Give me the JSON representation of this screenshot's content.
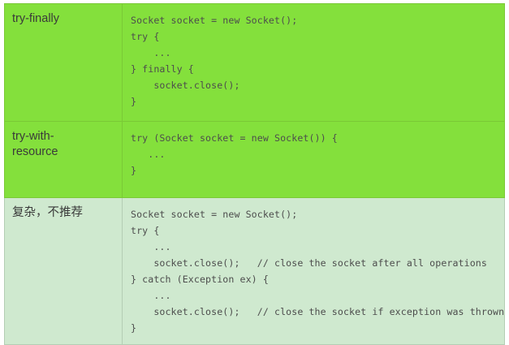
{
  "table": {
    "name": "java-socket-close-patterns-table",
    "colors": {
      "row_highlight_bg": "#84e03c",
      "row_muted_bg": "#cfe9cf",
      "highlight_border": "#7ac936",
      "muted_border": "#b4cdb4",
      "label_text": "#3a3a3a",
      "code_text": "#4d4d4d",
      "page_bg": "#ffffff"
    },
    "rows": [
      {
        "id": "try-finally",
        "style": "highlight",
        "label": "try-finally",
        "code": "Socket socket = new Socket();\ntry {\n    ...\n} finally {\n    socket.close();\n}"
      },
      {
        "id": "try-with-resource",
        "style": "highlight",
        "label": "try-with-\nresource",
        "code": "try (Socket socket = new Socket()) {\n   ...\n}"
      },
      {
        "id": "complex-not-recommended",
        "style": "muted",
        "label": "复杂，不推荐",
        "code": "Socket socket = new Socket();\ntry {\n    ...\n    socket.close();   // close the socket after all operations\n} catch (Exception ex) {\n    ...\n    socket.close();   // close the socket if exception was thrown\n}"
      }
    ]
  }
}
